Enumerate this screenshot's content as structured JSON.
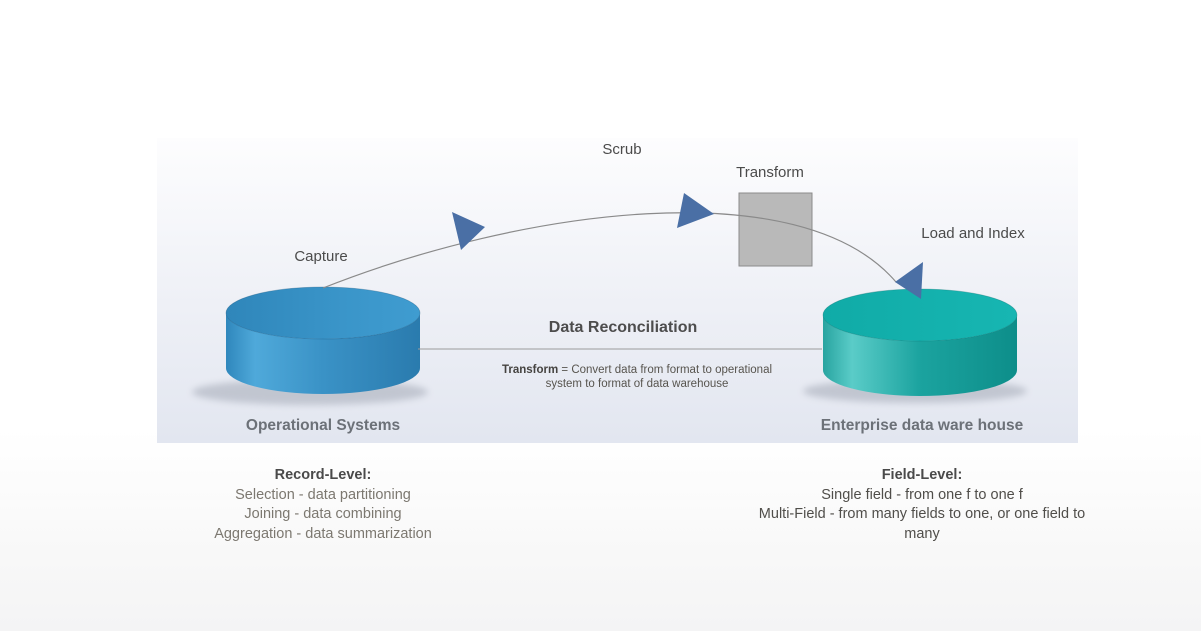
{
  "colors": {
    "arrow": "#4a6fa5",
    "arc_line": "#8a8a8a",
    "divider_line": "#9b9b9b",
    "transform_box_fill": "#b9b9b9",
    "transform_box_border": "#8b8b8b",
    "left_cylinder": "#2f87bc",
    "left_cylinder_light": "#4fa9da",
    "left_cylinder_dark": "#2a7bae",
    "right_cylinder": "#1ba39f",
    "right_cylinder_light": "#5accc8",
    "right_cylinder_dark": "#0d8e8a",
    "panel_bottom": "#e2e6f0"
  },
  "flow_labels": {
    "capture": "Capture",
    "scrub": "Scrub",
    "transform": "Transform",
    "load": "Load and Index"
  },
  "reconciliation": {
    "title": "Data Reconciliation",
    "note_term": "Transform",
    "note_text": "= Convert data from format to operational system to format of data warehouse"
  },
  "cylinders": {
    "left_label": "Operational Systems",
    "right_label": "Enterprise data ware house"
  },
  "record_level": {
    "heading": "Record-Level:",
    "items": [
      "Selection - data partitioning",
      "Joining - data combining",
      "Aggregation - data summarization"
    ]
  },
  "field_level": {
    "heading": "Field-Level:",
    "items": [
      "Single field - from one f to one f",
      "Multi-Field - from many fields to one, or one field to many"
    ]
  }
}
